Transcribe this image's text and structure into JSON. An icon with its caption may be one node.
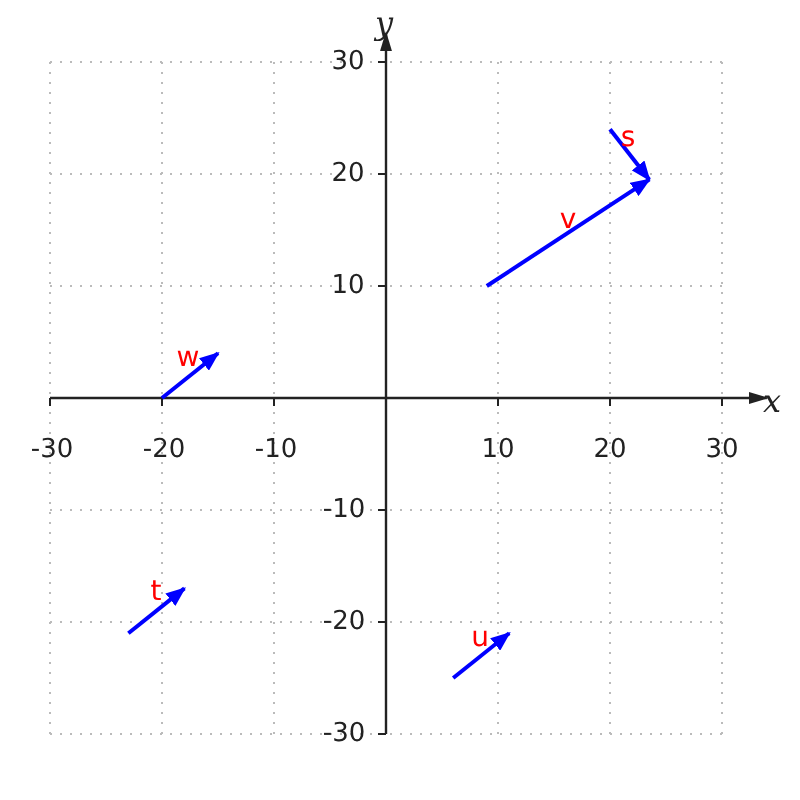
{
  "diagram": {
    "labels": [
      "y",
      "30",
      "s",
      "20",
      "v",
      "10",
      "w",
      "x",
      "-30",
      "-20",
      "-10",
      "10",
      "20",
      "30",
      "-10",
      "t",
      "-20",
      "u",
      "-30"
    ]
  }
}
